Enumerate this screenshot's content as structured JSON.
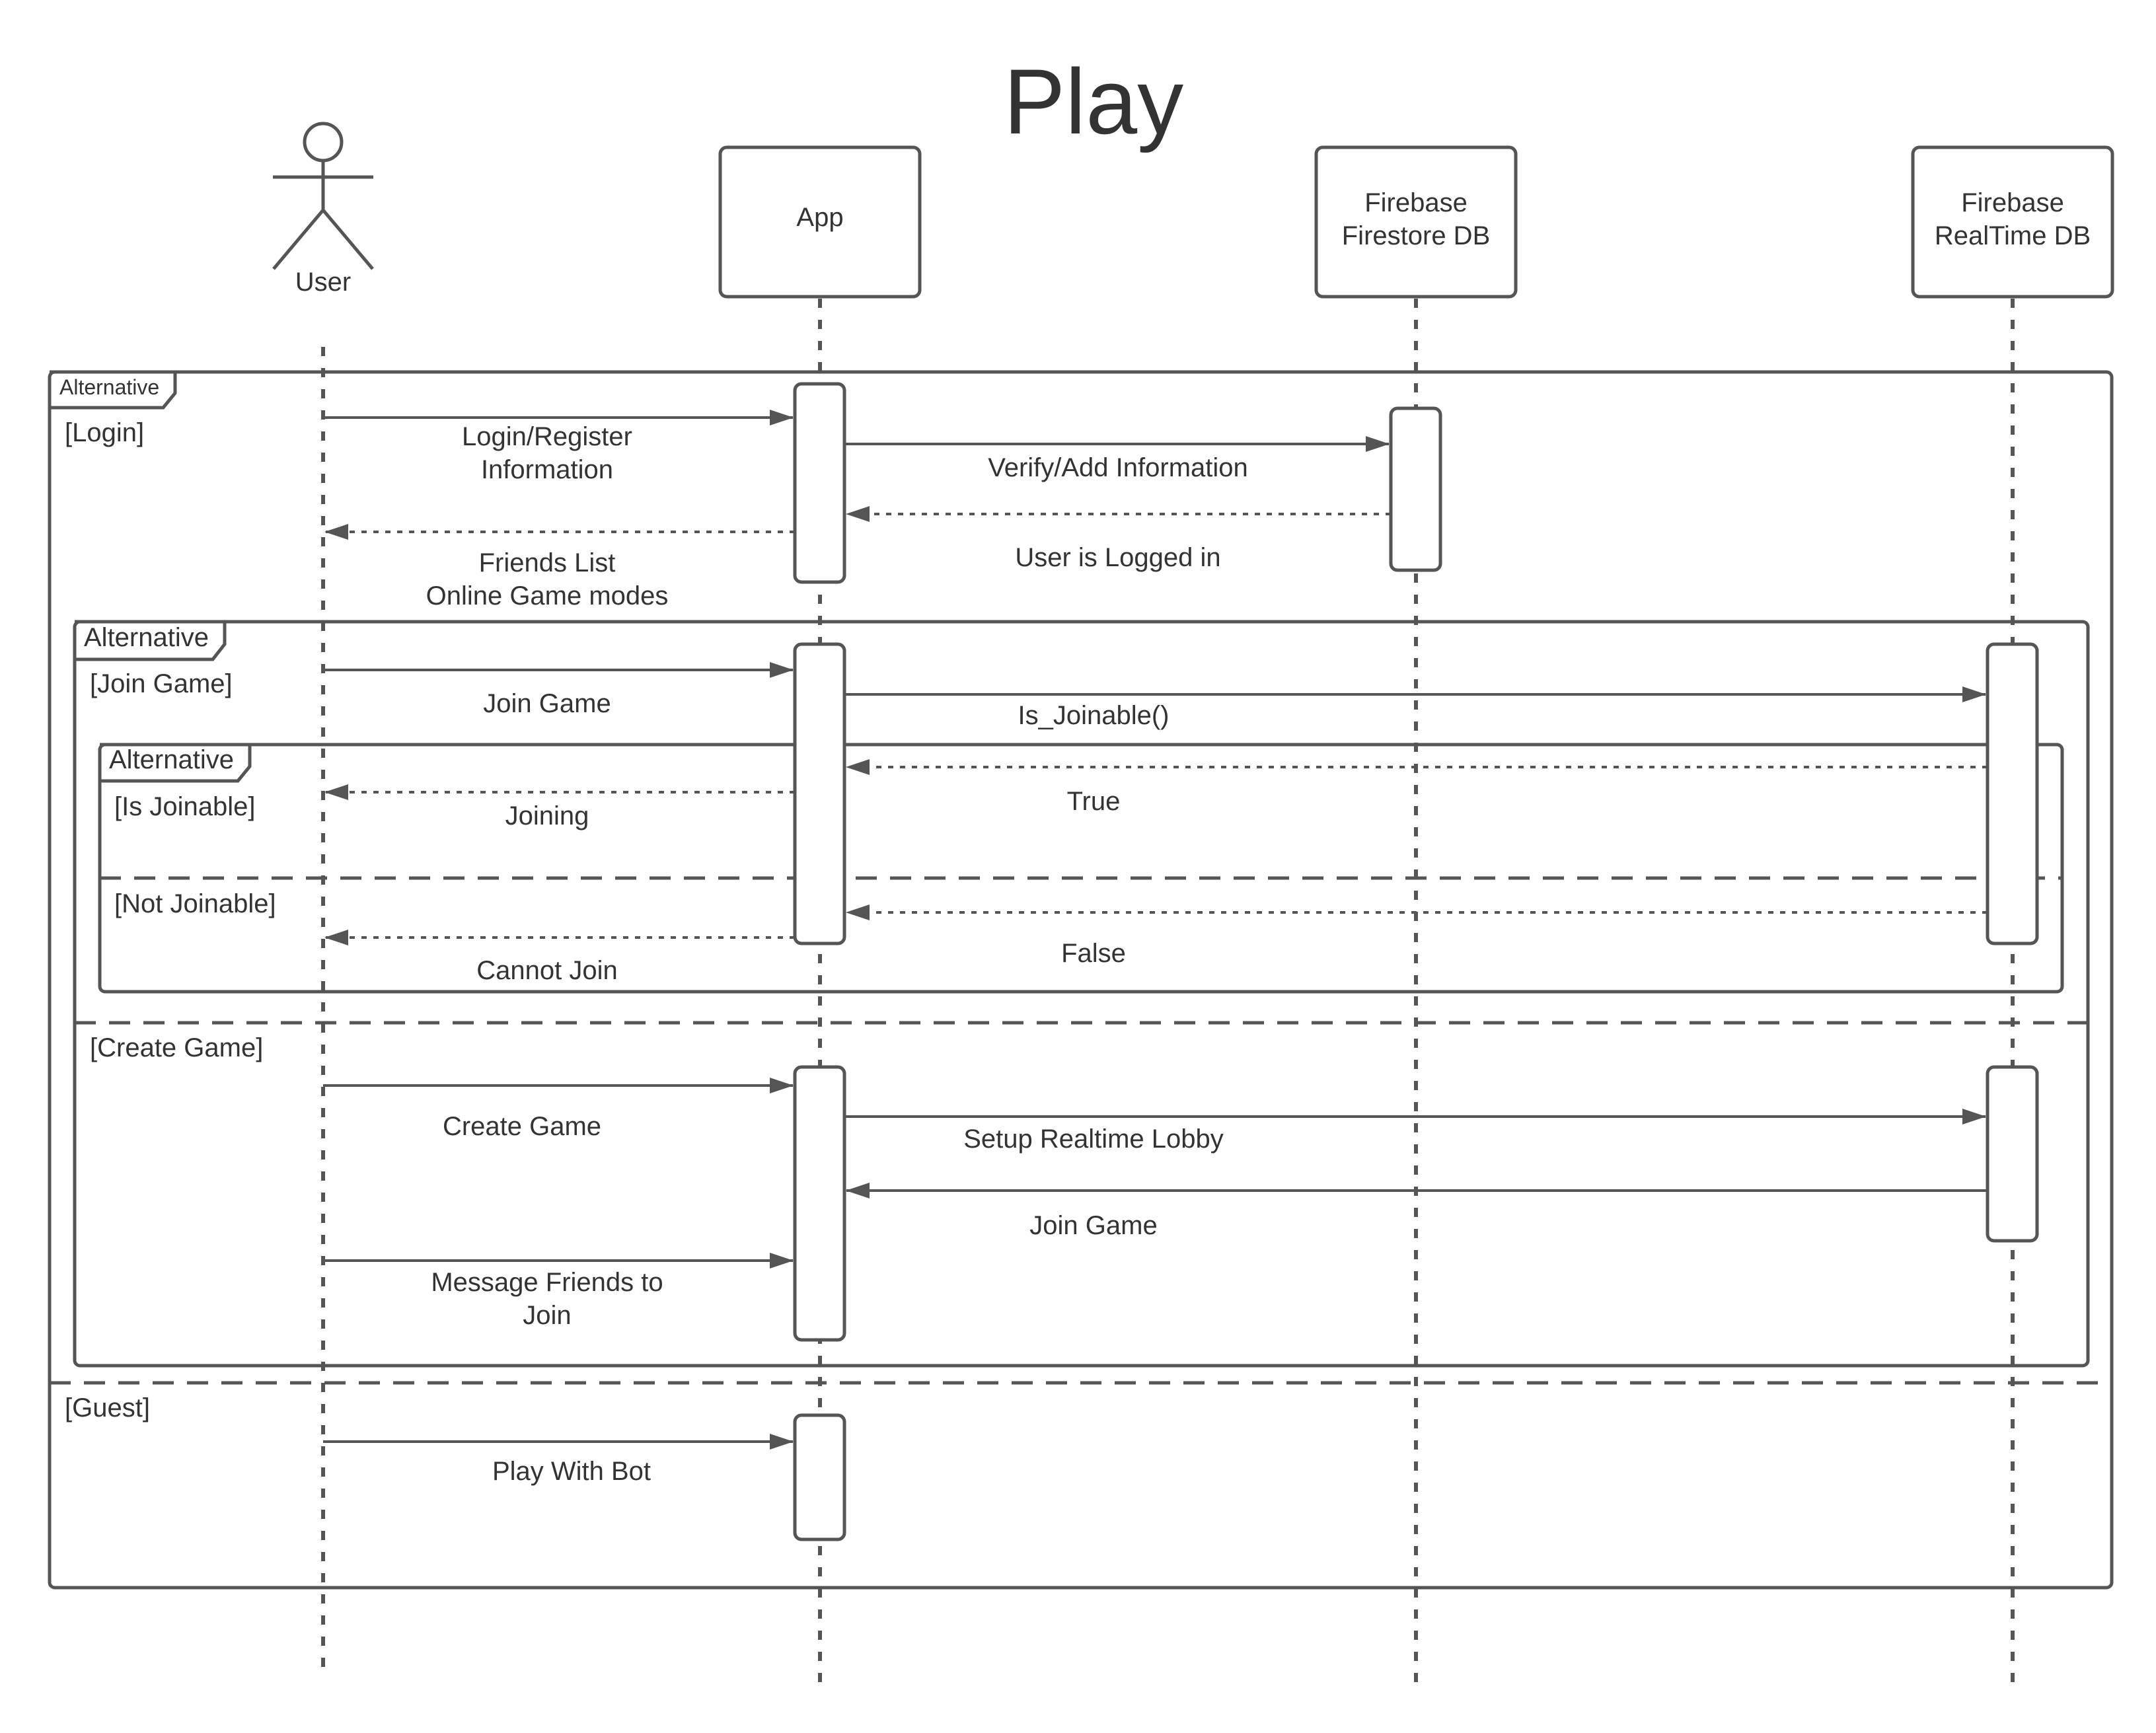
{
  "title": "Play",
  "colors": {
    "stroke": "#555555",
    "text": "#333333",
    "background": "#ffffff"
  },
  "participants": [
    {
      "id": "user",
      "label": "User",
      "kind": "actor"
    },
    {
      "id": "app",
      "label": "App",
      "kind": "box"
    },
    {
      "id": "firestore",
      "label_lines": [
        "Firebase",
        "Firestore DB"
      ],
      "kind": "box"
    },
    {
      "id": "realtime",
      "label_lines": [
        "Firebase",
        "RealTime DB"
      ],
      "kind": "box"
    }
  ],
  "fragments": {
    "outer": {
      "tag": "Alternative",
      "guards": [
        "[Login]",
        "[Guest]"
      ]
    },
    "middle": {
      "tag": "Alternative",
      "guards": [
        "[Join Game]",
        "[Create Game]"
      ]
    },
    "inner": {
      "tag": "Alternative",
      "guards": [
        "[Is Joinable]",
        "[Not Joinable]"
      ]
    }
  },
  "messages": {
    "login_register": [
      "Login/Register",
      "Information"
    ],
    "verify_add": "Verify/Add Information",
    "user_logged_in": "User is Logged in",
    "friends_list": [
      "Friends List",
      "Online Game modes"
    ],
    "join_game": "Join Game",
    "is_joinable": "Is_Joinable()",
    "true_reply": "True",
    "joining": "Joining",
    "false_reply": "False",
    "cannot_join": "Cannot Join",
    "create_game": "Create Game",
    "setup_lobby": "Setup Realtime Lobby",
    "join_game_reply": "Join Game",
    "message_friends": [
      "Message Friends to",
      "Join"
    ],
    "play_with_bot": "Play With Bot"
  }
}
